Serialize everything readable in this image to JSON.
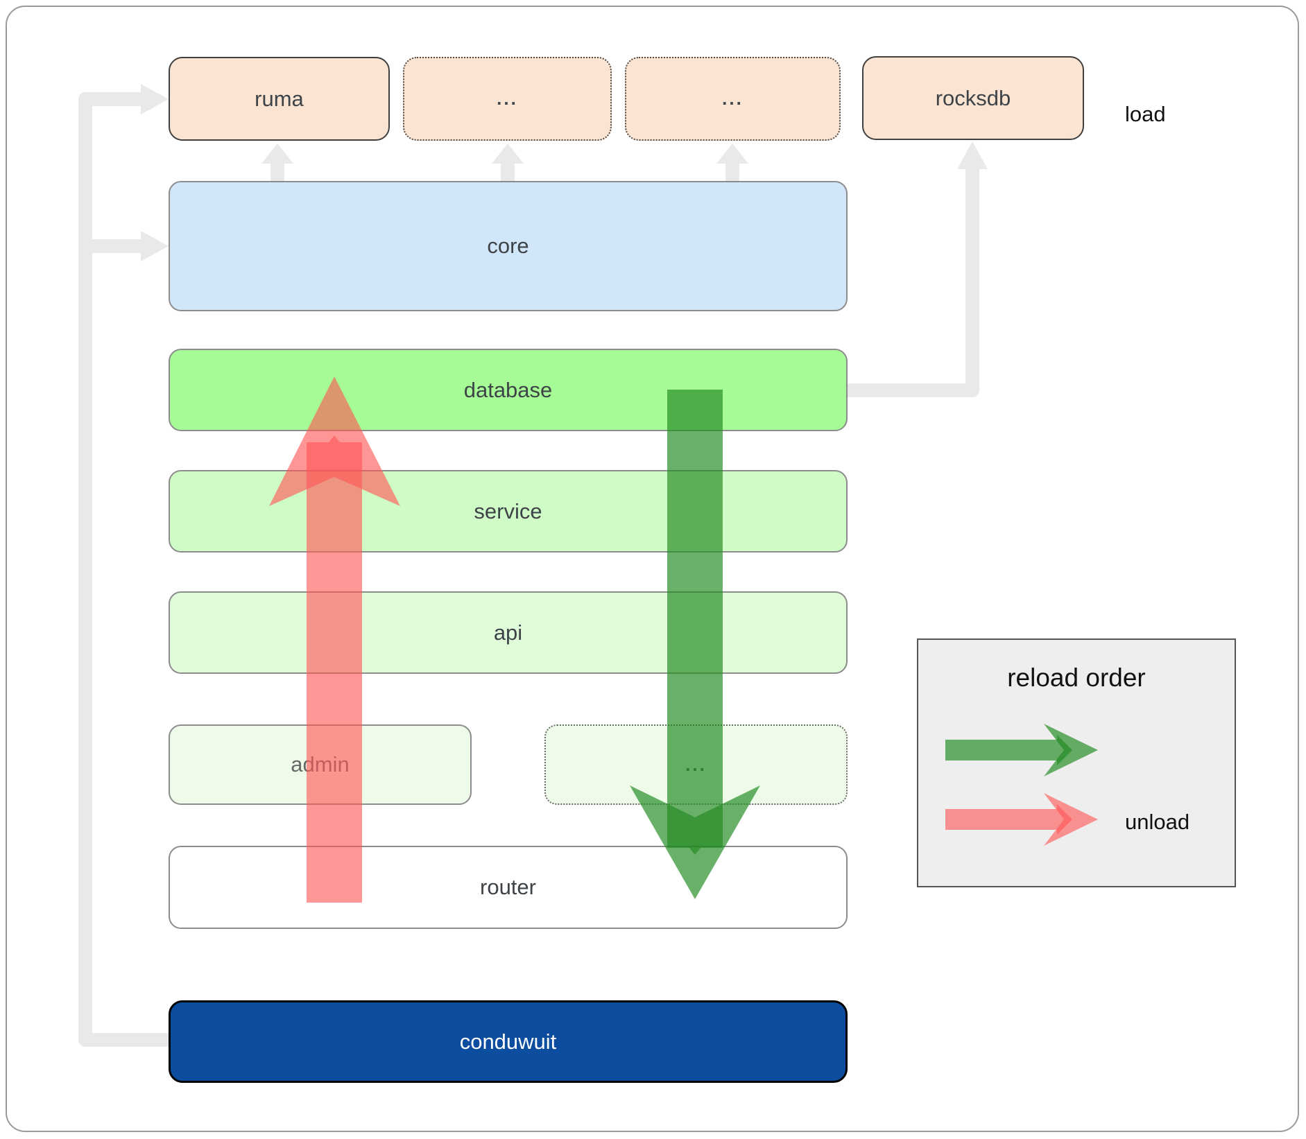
{
  "nodes": {
    "ruma": {
      "label": "ruma"
    },
    "dep_more_1": {
      "label": "..."
    },
    "dep_more_2": {
      "label": "..."
    },
    "rocksdb": {
      "label": "rocksdb"
    },
    "core": {
      "label": "core"
    },
    "database": {
      "label": "database"
    },
    "service": {
      "label": "service"
    },
    "api": {
      "label": "api"
    },
    "admin": {
      "label": "admin"
    },
    "service_more": {
      "label": "..."
    },
    "router": {
      "label": "router"
    },
    "conduwuit": {
      "label": "conduwuit"
    }
  },
  "legend": {
    "title": "reload order",
    "items": [
      {
        "label": "load",
        "color": "#228b22"
      },
      {
        "label": "unload",
        "color": "#ff5555"
      }
    ]
  },
  "colors": {
    "load_arrow": "#228b22",
    "unload_arrow": "#ff5555",
    "link_gray": "#e9e9e9",
    "node_border_dark": "#3f3f3f",
    "node_border_gray": "#8c8c8c",
    "conduwuit_fill": "#0d4d9f"
  }
}
